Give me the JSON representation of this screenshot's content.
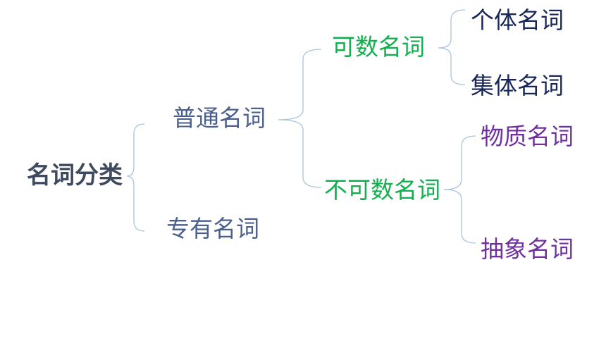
{
  "diagram": {
    "root": {
      "label": "名词分类"
    },
    "common": {
      "label": "普通名词"
    },
    "proper": {
      "label": "专有名词"
    },
    "countable": {
      "label": "可数名词"
    },
    "uncountable": {
      "label": "不可数名词"
    },
    "individual": {
      "label": "个体名词"
    },
    "collective": {
      "label": "集体名词"
    },
    "material": {
      "label": "物质名词"
    },
    "abstract": {
      "label": "抽象名词"
    }
  },
  "colors": {
    "root_text": "#3f4a5e",
    "level1_text": "#4a5f8e",
    "level2_text": "#11b04e",
    "level3_count_text": "#18275a",
    "level3_uncount_text": "#7030a0",
    "connector": "#a9c4e0"
  }
}
